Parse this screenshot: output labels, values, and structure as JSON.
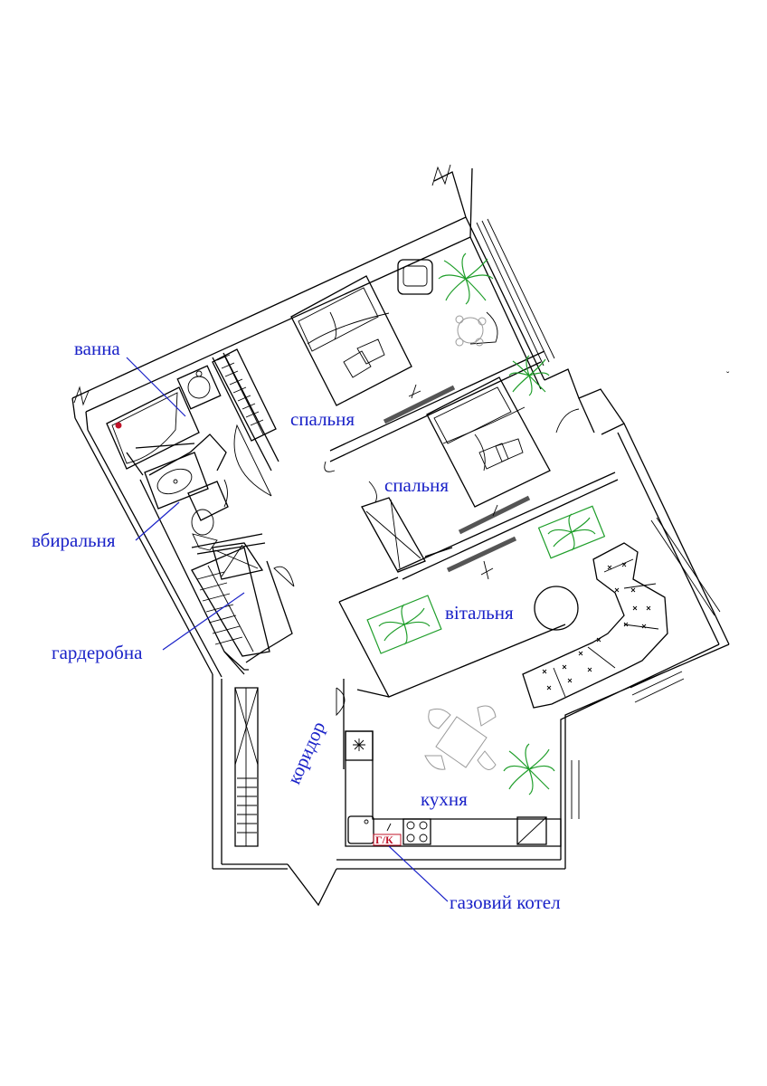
{
  "colors": {
    "walls": "#000000",
    "labels": "#1a22c8",
    "plants": "#1f9e2a",
    "boiler_mark": "#c0142a",
    "gray_furniture": "#9a9a9a"
  },
  "rooms": {
    "bath": "ванна",
    "toilet": "вбиральня",
    "wardrobe": "гардеробна",
    "bedroom_1": "спальня",
    "bedroom_2": "спальня",
    "living": "вітальня",
    "corridor": "коридор",
    "kitchen": "кухня"
  },
  "boiler": {
    "callout": "газовий котел",
    "mark": "Г/К"
  },
  "icons": [
    "shower-tray-icon",
    "washing-machine-icon",
    "sink-icon",
    "toilet-icon",
    "bed-icon",
    "armchair-icon",
    "plant-icon",
    "sofa-icon",
    "table-icon",
    "stove-icon",
    "fridge-icon",
    "wardrobe-icon",
    "door-swing-icon",
    "window-icon",
    "radiator-icon"
  ]
}
